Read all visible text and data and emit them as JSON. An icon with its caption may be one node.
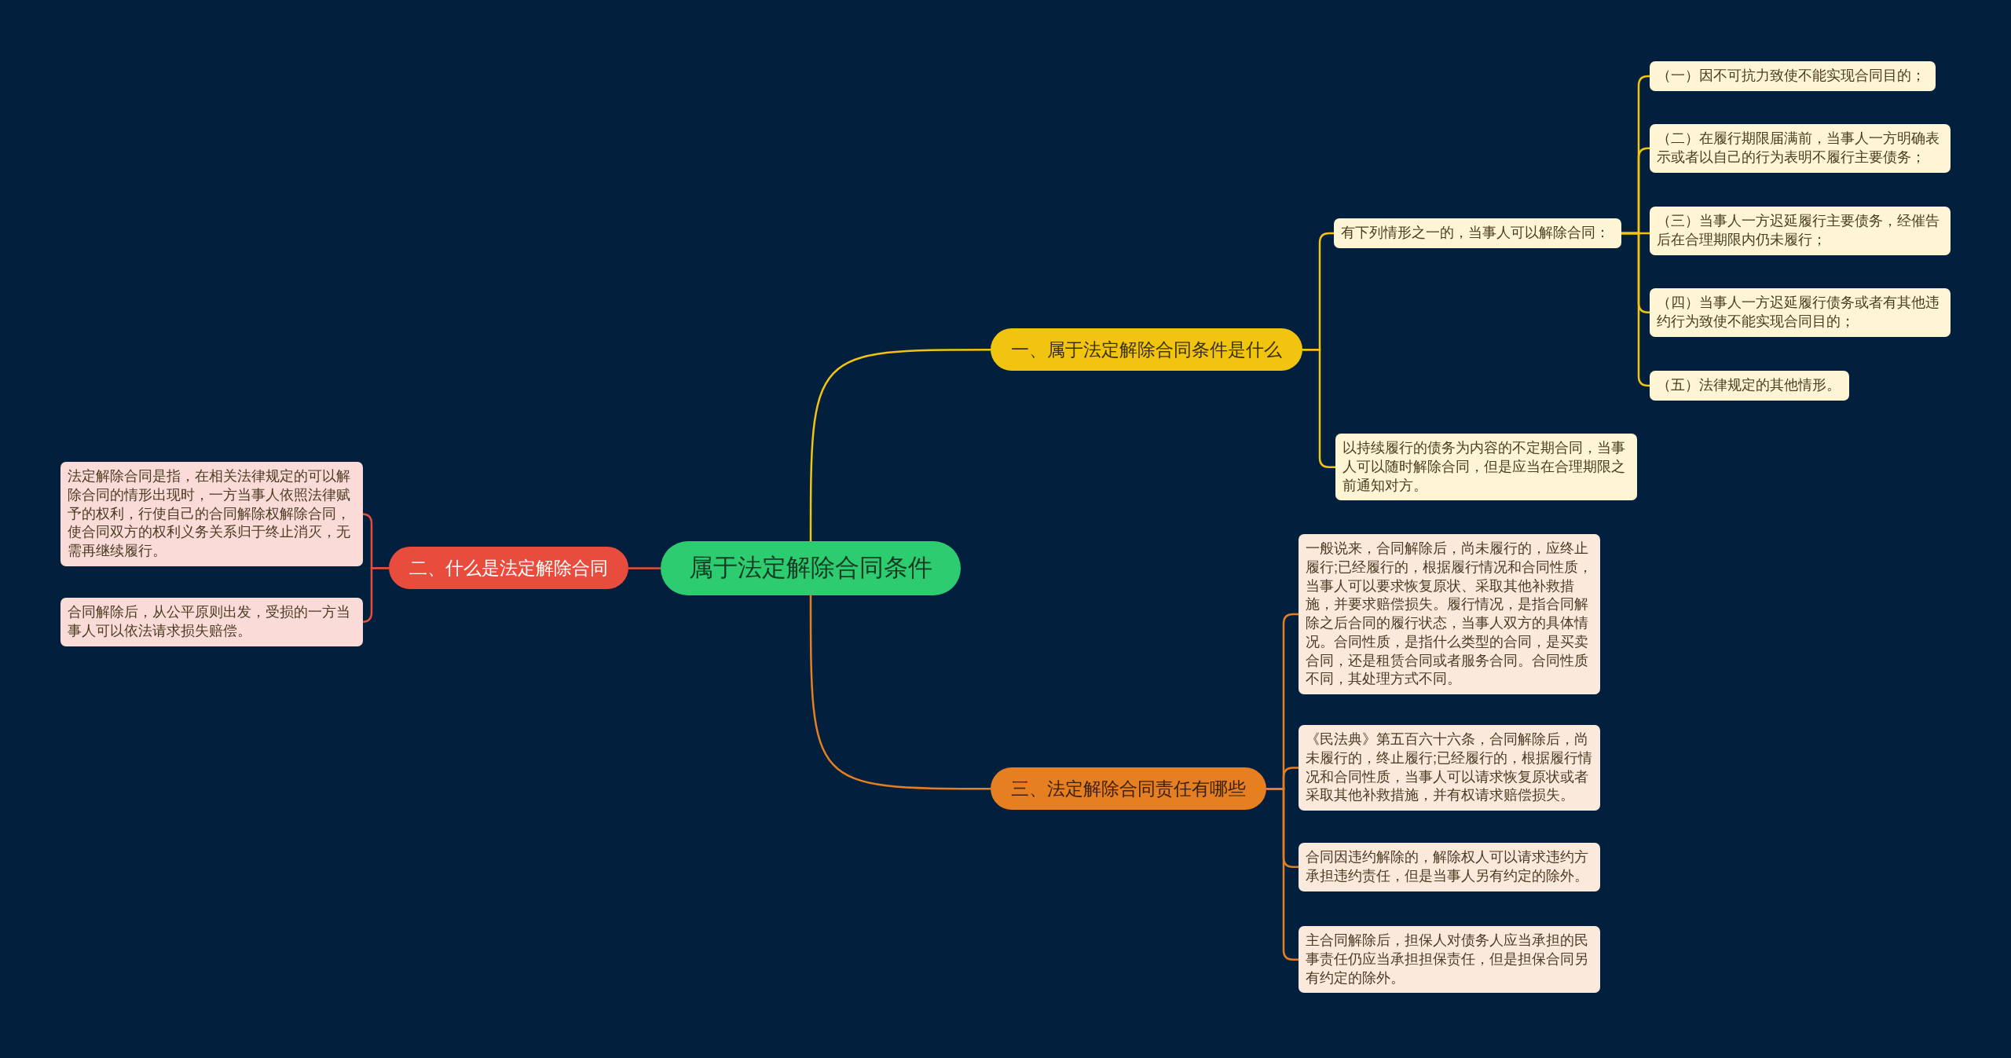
{
  "diagram": {
    "nodes": [
      {
        "text": [
          "属于法定解除合同条件"
        ]
      },
      {
        "text": [
          "一、属于法定解除合同条件是什么"
        ]
      },
      {
        "text": [
          "有下列情形之一的，当事人可以解除合同："
        ]
      },
      {
        "text": [
          "（一）因不可抗力致使不能实现合同目的；"
        ]
      },
      {
        "text": [
          "（二）在履行期限届满前，当事人一方明确表示或者以自己的行为表明不履行主要债务；"
        ]
      },
      {
        "text": [
          "（三）当事人一方迟延履行主要债务，经催告后在合理期限内仍未履行；"
        ]
      },
      {
        "text": [
          "（四）当事人一方迟延履行债务或者有其他违约行为致使不能实现合同目的；"
        ]
      },
      {
        "text": [
          "（五）法律规定的其他情形。"
        ]
      },
      {
        "text": [
          "以持续履行的债务为内容的不定期合同，当事人可以随时解除合同，但是应当在合理期限之前通知对方。"
        ]
      },
      {
        "text": [
          "二、什么是法定解除合同"
        ]
      },
      {
        "text": [
          "法定解除合同是指，在相关法律规定的可以解除合同的情形出现时，一方当事人依照法律赋予的权利，行使自己的合同解除权解除合同，使合同双方的权利义务关系归于终止消灭，无需再继续履行。"
        ]
      },
      {
        "text": [
          "合同解除后，从公平原则出发，受损的一方当事人可以依法请求损失赔偿。"
        ]
      },
      {
        "text": [
          "三、法定解除合同责任有哪些"
        ]
      },
      {
        "text": [
          "一般说来，合同解除后，尚未履行的，应终止履行;已经履行的，根据履行情况和合同性质，当事人可以要求恢复原状、采取其他补救措施，并要求赔偿损失。履行情况，是指合同解除之后合同的履行状态，当事人双方的具体情况。合同性质，是指什么类型的合同，是买卖合同，还是租赁合同或者服务合同。合同性质不同，其处理方式不同。"
        ]
      },
      {
        "text": [
          "《民法典》第五百六十六条，合同解除后，尚未履行的，终止履行;已经履行的，根据履行情况和合同性质，当事人可以请求恢复原状或者采取其他补救措施，并有权请求赔偿损失。"
        ]
      },
      {
        "text": [
          "合同因违约解除的，解除权人可以请求违约方承担违约责任，但是当事人另有约定的除外。"
        ]
      },
      {
        "text": [
          "主合同解除后，担保人对债务人应当承担的民事责任仍应当承担担保责任，但是担保合同另有约定的除外。"
        ]
      }
    ],
    "edges": [
      {
        "from": 0,
        "to": 1,
        "arrow": "none"
      },
      {
        "from": 1,
        "to": 2,
        "arrow": "none"
      },
      {
        "from": 2,
        "to": 3,
        "arrow": "none"
      },
      {
        "from": 2,
        "to": 4,
        "arrow": "none"
      },
      {
        "from": 2,
        "to": 5,
        "arrow": "none"
      },
      {
        "from": 2,
        "to": 6,
        "arrow": "none"
      },
      {
        "from": 2,
        "to": 7,
        "arrow": "none"
      },
      {
        "from": 1,
        "to": 8,
        "arrow": "none"
      },
      {
        "from": 0,
        "to": 9,
        "arrow": "none",
        "color": "#e74c3c"
      },
      {
        "from": 9,
        "to": 10,
        "arrow": "none",
        "color": "#e74c3c"
      },
      {
        "from": 9,
        "to": 11,
        "arrow": "none",
        "color": "#e74c3c"
      },
      {
        "from": 0,
        "to": 12,
        "arrow": "none",
        "color": "#e67e22"
      },
      {
        "from": 12,
        "to": 13,
        "arrow": "none",
        "color": "#e67e22"
      },
      {
        "from": 12,
        "to": 14,
        "arrow": "none",
        "color": "#e67e22"
      },
      {
        "from": 12,
        "to": 15,
        "arrow": "none",
        "color": "#e67e22"
      },
      {
        "from": 12,
        "to": 16,
        "arrow": "none",
        "color": "#e67e22"
      }
    ]
  }
}
